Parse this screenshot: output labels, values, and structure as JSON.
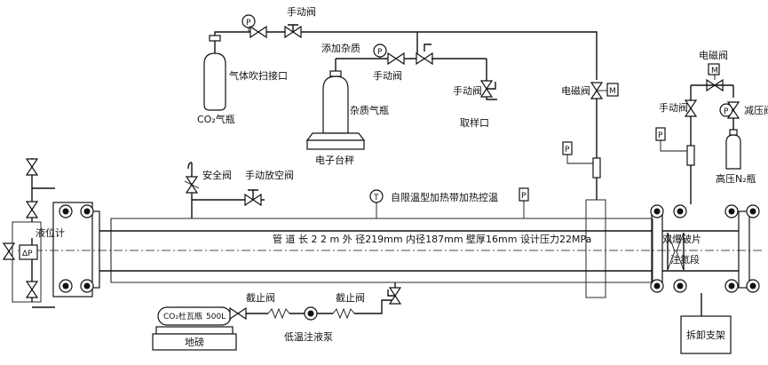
{
  "labels": {
    "manual_valve_top": "手动阀",
    "gas_purge_port": "气体吹扫接口",
    "co2_bottle": "CO₂气瓶",
    "add_impurity": "添加杂质",
    "manual_valve_mid": "手动阀",
    "impurity_bottle": "杂质气瓶",
    "electronic_scale": "电子台秤",
    "manual_valve_sample": "手动阀",
    "sampling_port": "取样口",
    "solenoid_valve_main": "电磁阀",
    "solenoid_valve_right": "电磁阀",
    "manual_valve_right": "手动阀",
    "pressure_reducing_valve": "减压阀",
    "high_pressure_n2": "高压N₂瓶",
    "safety_valve": "安全阀",
    "manual_vent_valve": "手动放空阀",
    "heating_tape": "自限温型加热带加热控温",
    "pipe_spec": "管 道 长 2 2 m  外 径219mm 内径187mm 壁厚16mm 设计压力22MPa",
    "double_rupture_disc": "双爆破片",
    "nitrogen_section": "注氮段",
    "level_gauge": "液位计",
    "delta_p": "ΔP",
    "shutoff_valve_1": "截止阀",
    "shutoff_valve_2": "截止阀",
    "co2_tank": "CO₂杜瓦瓶",
    "tank_volume": "500L",
    "ground_scale": "地磅",
    "cryo_pump": "低温注液泵",
    "support": "拆卸支架",
    "gauge_p": "P",
    "gauge_t": "T",
    "motor_m": "M"
  },
  "icons": [
    "valve-icon",
    "pressure-gauge-icon",
    "temperature-gauge-icon",
    "gas-cylinder-icon",
    "pump-icon",
    "flange-icon",
    "filter-icon"
  ]
}
